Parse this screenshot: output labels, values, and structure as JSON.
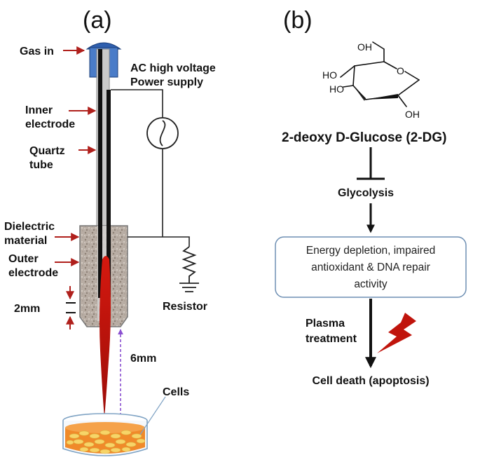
{
  "panel_a": {
    "label": "(a)",
    "gas_in": "Gas in",
    "power_line1": "AC high voltage",
    "power_line2": "Power supply",
    "inner_electrode_line1": "Inner",
    "inner_electrode_line2": "electrode",
    "quartz_line1": "Quartz",
    "quartz_line2": "tube",
    "dielectric_line1": "Dielectric",
    "dielectric_line2": "material",
    "outer_line1": "Outer",
    "outer_line2": "electrode",
    "gap": "2mm",
    "resistor": "Resistor",
    "distance": "6mm",
    "cells": "Cells"
  },
  "panel_b": {
    "label": "(b)",
    "molecule": {
      "oh_top": "OH",
      "ho_left_upper": "HO",
      "ho_left_lower": "HO",
      "ring_o": "O",
      "oh_bottom": "OH"
    },
    "compound": "2-deoxy D-Glucose (2-DG)",
    "glycolysis": "Glycolysis",
    "box_line1": "Energy depletion, impaired",
    "box_line2": "antioxidant & DNA repair",
    "box_line3": "activity",
    "plasma_line1": "Plasma",
    "plasma_line2": "treatment",
    "outcome": "Cell death (apoptosis)"
  },
  "colors": {
    "arrow_red": "#b0201c",
    "cap_blue": "#3f6fbf",
    "plasma_red": "#c0140c",
    "dish_orange": "#f08a2a",
    "cell_yellow": "#f7d468",
    "dashed_purple": "#8a4fd0",
    "box_border": "#6e8fb3"
  }
}
